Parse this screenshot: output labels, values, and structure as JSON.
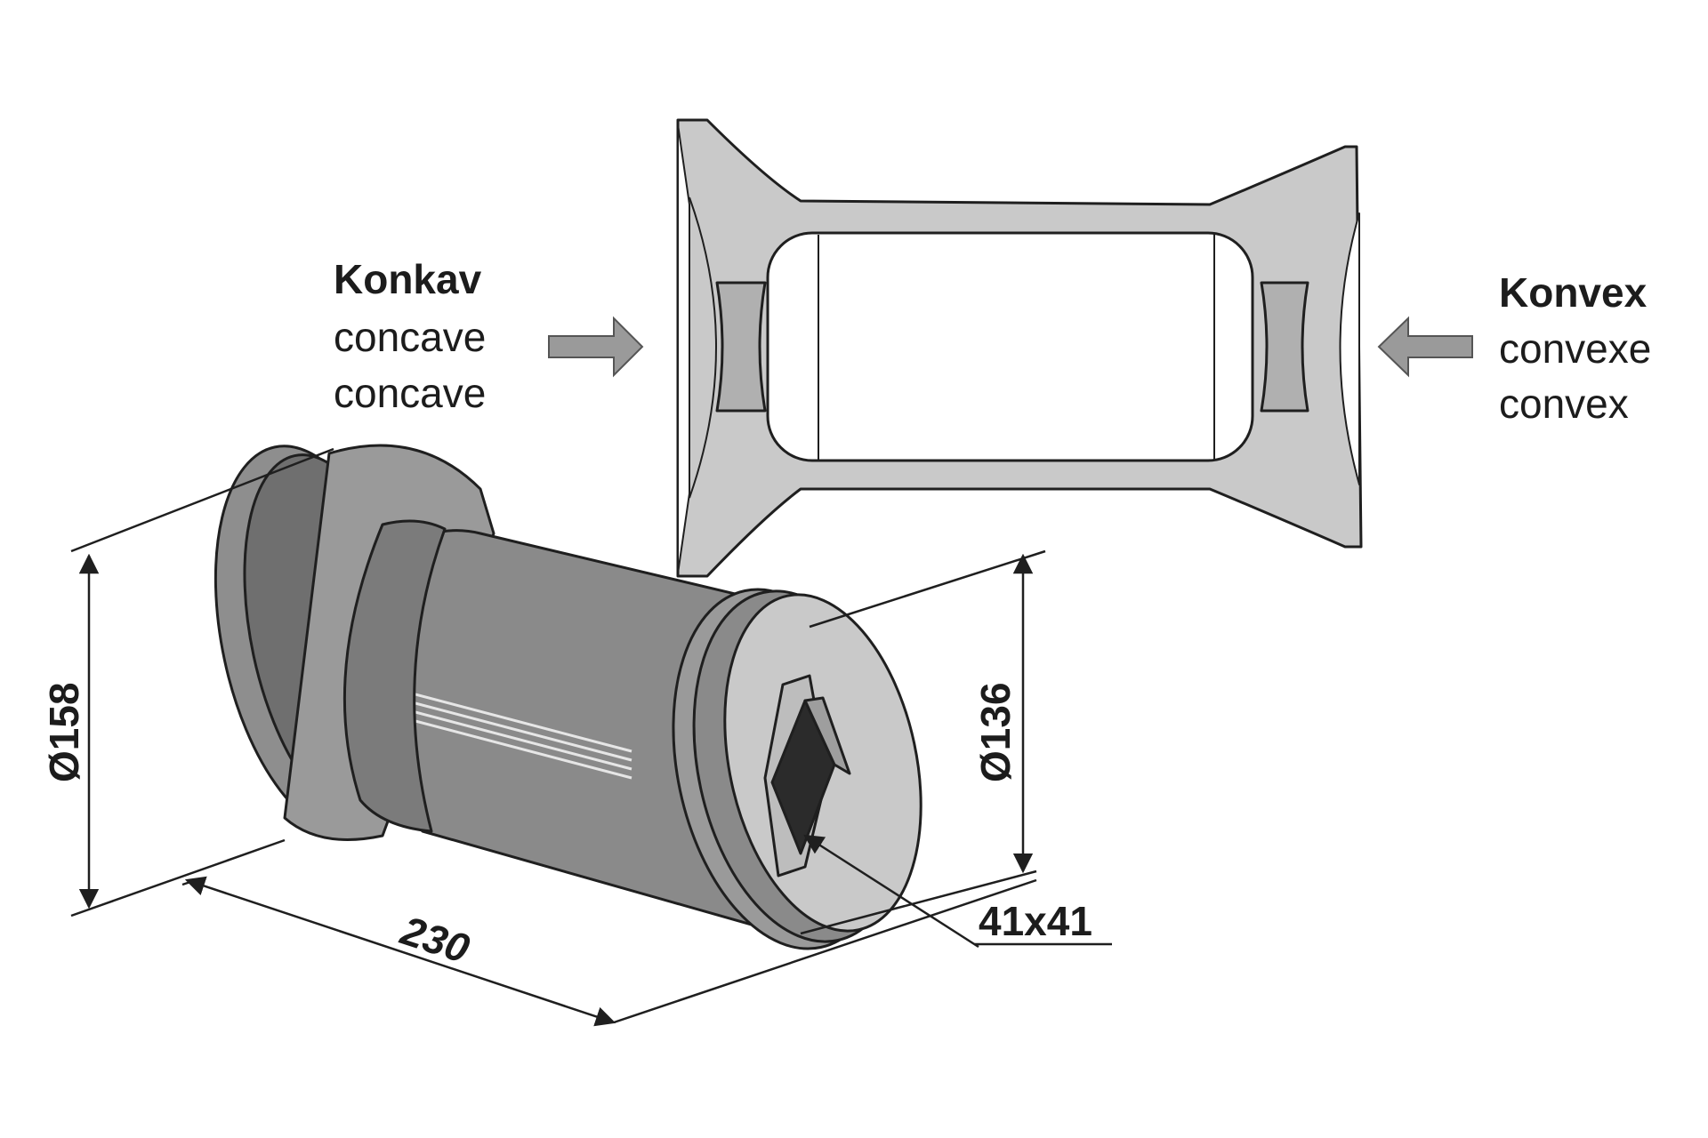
{
  "labels": {
    "konkav": {
      "title": "Konkav",
      "line1": "concave",
      "line2": "concave"
    },
    "konvex": {
      "title": "Konvex",
      "line1": "convexe",
      "line2": "convex"
    }
  },
  "dimensions": {
    "outer_diameter": "Ø158",
    "inner_diameter": "Ø136",
    "length": "230",
    "bore": "41x41"
  },
  "colors": {
    "fill_light": "#c9c9c9",
    "fill_mid": "#8e8e8e",
    "fill_dark": "#6b6b6b",
    "stroke": "#1f1f1f"
  }
}
